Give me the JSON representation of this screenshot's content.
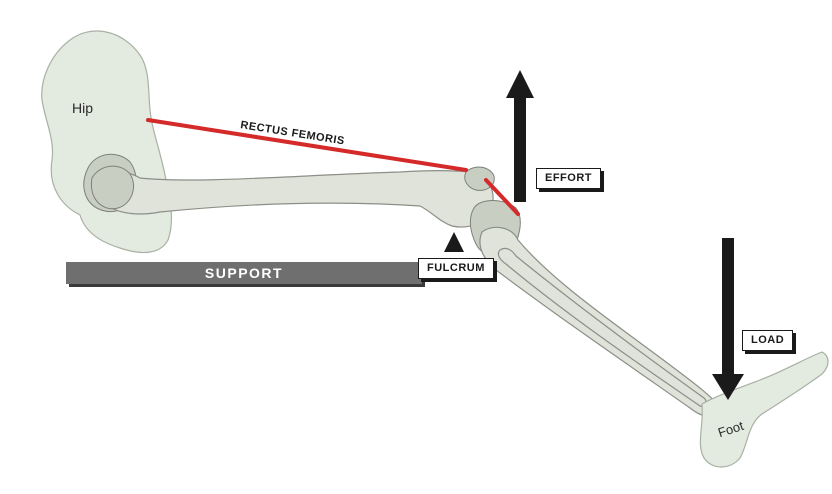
{
  "labels": {
    "hip": "Hip",
    "rectus_femoris": "RECTUS FEMORIS",
    "effort": "EFFORT",
    "support": "SUPPORT",
    "fulcrum": "FULCRUM",
    "load": "LOAD",
    "foot": "Foot"
  },
  "colors": {
    "muscle": "#d42a2a",
    "arrow": "#1a1a1a",
    "support_bar": "#6f6f6f",
    "bone": "#dfe3da",
    "pelvis": "#e3eadf"
  }
}
